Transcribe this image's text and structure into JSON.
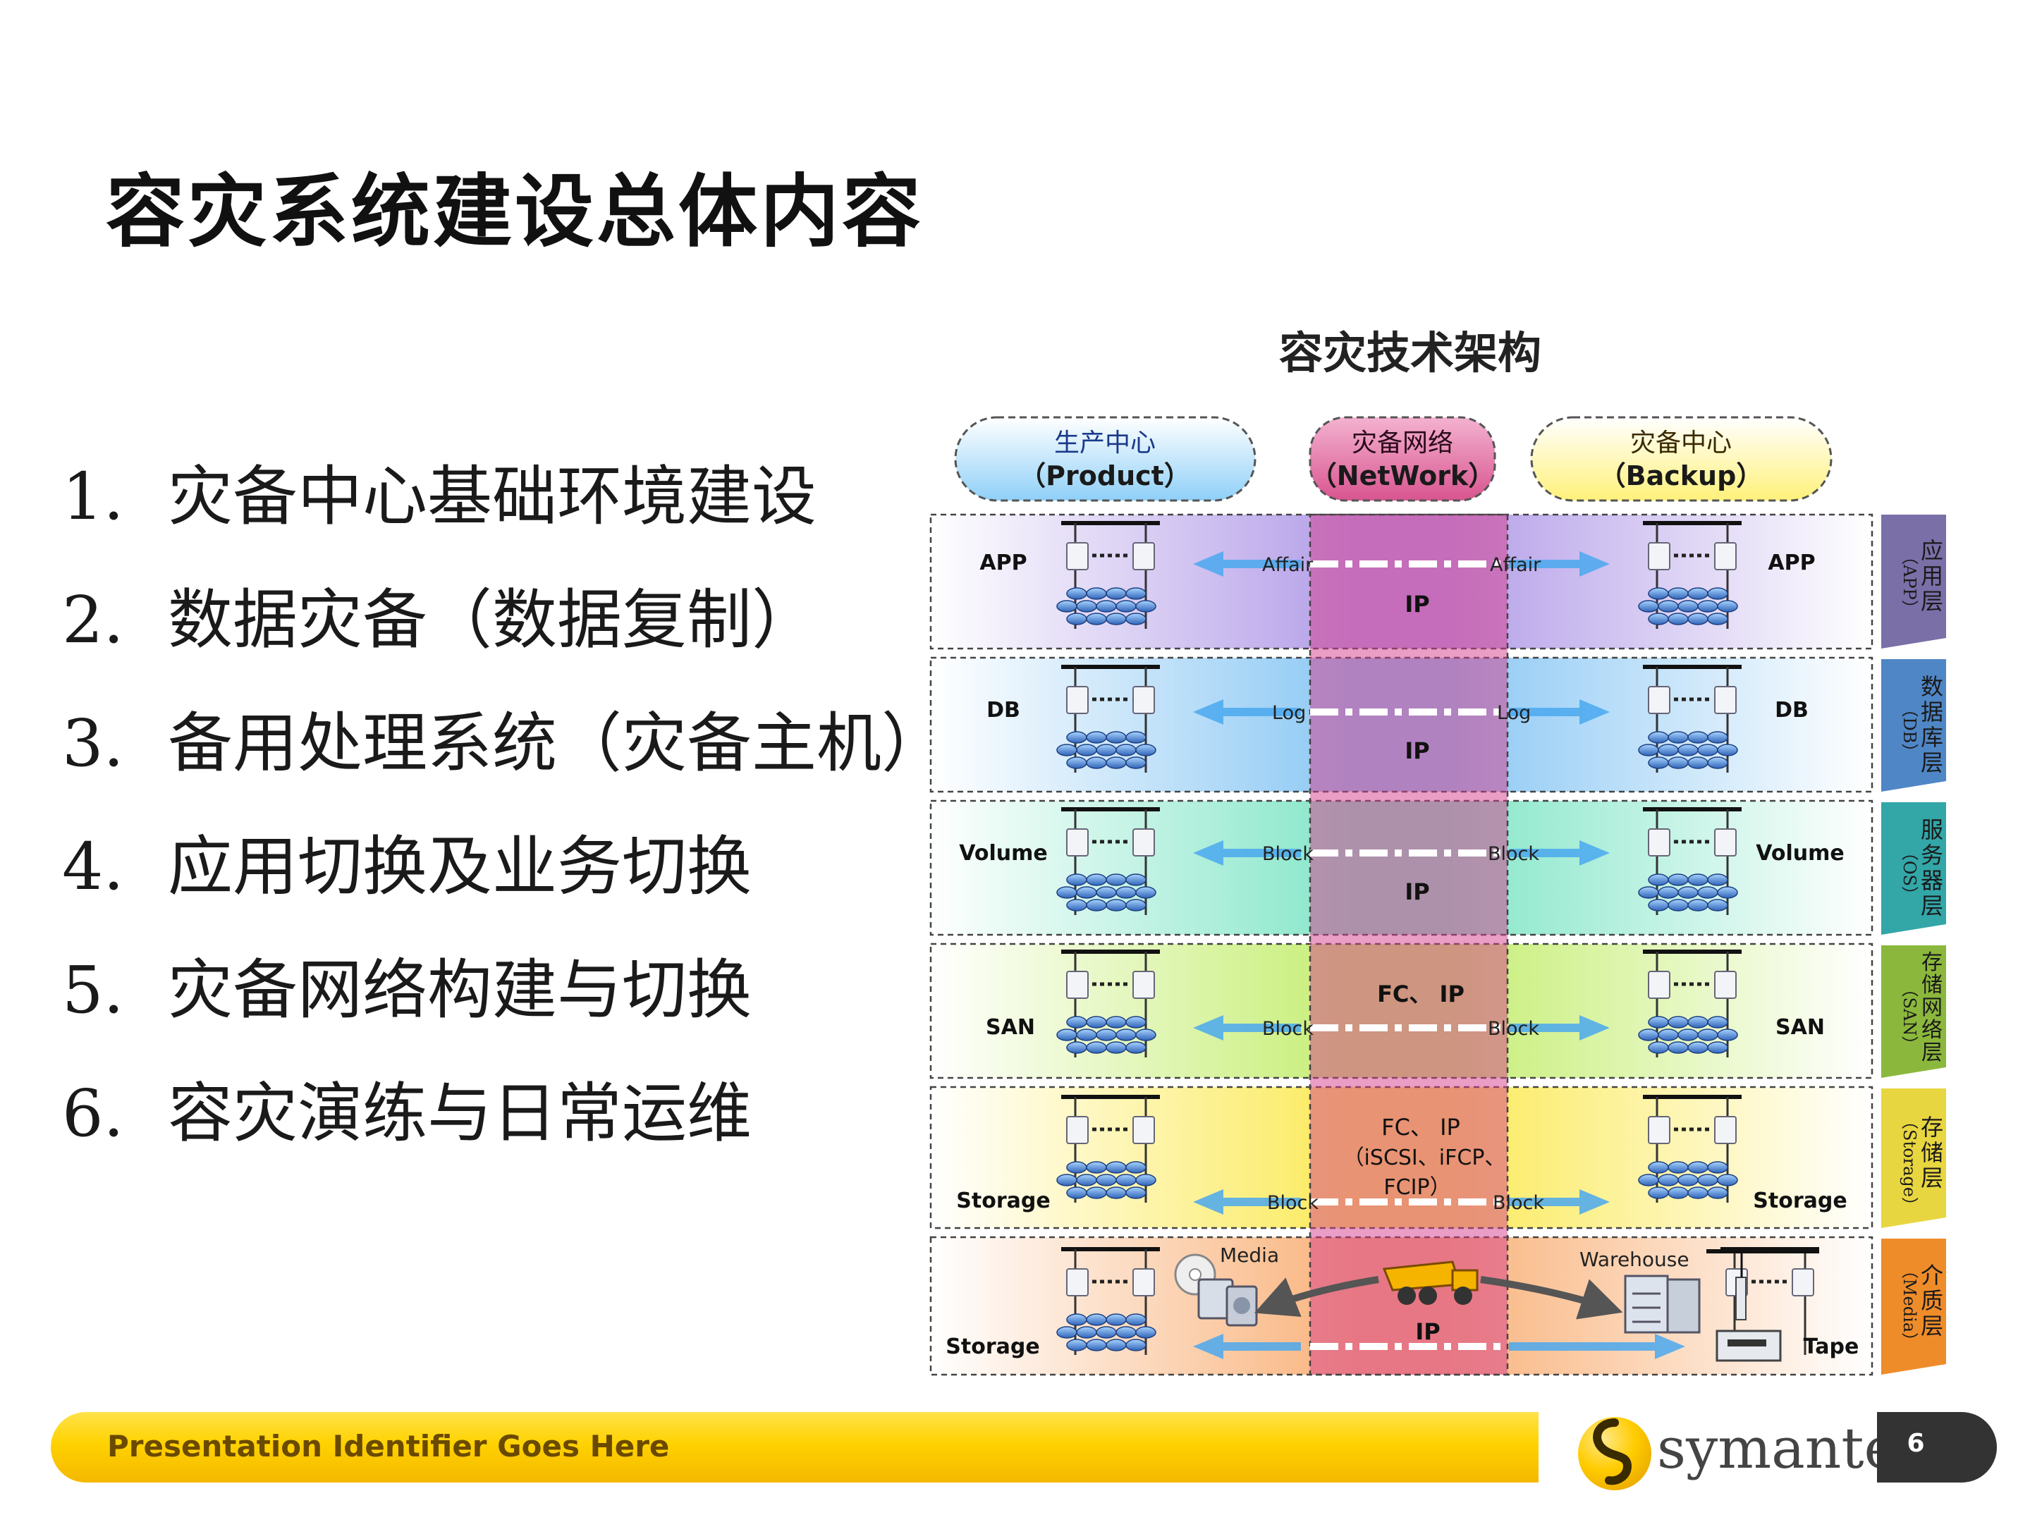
{
  "title": "容灾系统建设总体内容",
  "list": [
    {
      "num": "1.",
      "text": "灾备中心基础环境建设"
    },
    {
      "num": "2.",
      "text": "数据灾备（数据复制）"
    },
    {
      "num": "3.",
      "text": "备用处理系统（灾备主机）"
    },
    {
      "num": "4.",
      "text": "应用切换及业务切换"
    },
    {
      "num": "5.",
      "text": "灾备网络构建与切换"
    },
    {
      "num": "6.",
      "text": "容灾演练与日常运维"
    }
  ],
  "diagram": {
    "title": "容灾技术架构",
    "headers": {
      "product": {
        "cn": "生产中心",
        "en": "（Product）"
      },
      "network": {
        "cn": "灾备网络",
        "en": "（NetWork）"
      },
      "backup": {
        "cn": "灾备中心",
        "en": "（Backup）"
      }
    },
    "rows": [
      {
        "left": "APP",
        "right": "APP",
        "link": "Affair",
        "net": [
          "IP"
        ],
        "side": [
          "应",
          "用",
          "层",
          "（APP）"
        ],
        "color": "#7b6fa8"
      },
      {
        "left": "DB",
        "right": "DB",
        "link": "Log",
        "net": [
          "IP"
        ],
        "side": [
          "数",
          "据",
          "库",
          "层",
          "（DB）"
        ],
        "color": "#4f86c6"
      },
      {
        "left": "Volume",
        "right": "Volume",
        "link": "Block",
        "net": [
          "IP"
        ],
        "side": [
          "服",
          "务",
          "器",
          "层",
          "（OS）"
        ],
        "color": "#33a6a8"
      },
      {
        "left": "SAN",
        "right": "SAN",
        "link": "Block",
        "net": [
          "FC、 IP"
        ],
        "side": [
          "存",
          "储",
          "网",
          "络",
          "层",
          "（SAN）"
        ],
        "color": "#8bb83c"
      },
      {
        "left": "Storage",
        "right": "Storage",
        "link": "Block",
        "net": [
          "FC、 IP",
          "（iSCSI、iFCP、",
          "FCIP）"
        ],
        "side": [
          "存",
          "储",
          "层",
          "（Storage）"
        ],
        "color": "#e8d640"
      },
      {
        "left": "Storage",
        "right": "Tape",
        "link": "",
        "net": [
          "IP"
        ],
        "side": [
          "介",
          "质",
          "层",
          "（Media）"
        ],
        "color": "#ef8c2a",
        "media": "Media",
        "warehouse": "Warehouse"
      }
    ]
  },
  "footer": {
    "presentation_id": "Presentation Identifier Goes Here",
    "logo": "symantec.",
    "page": "6"
  },
  "colors": {
    "footer_yellow": "#ffd200",
    "network_band": "#d63c8c",
    "arrow_blue": "#4aa8ee"
  }
}
